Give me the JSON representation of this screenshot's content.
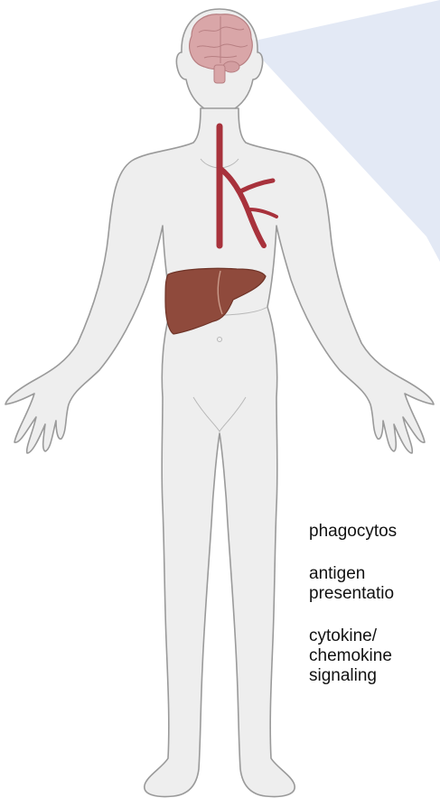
{
  "labels": {
    "phagocytosis": "phagocytos",
    "antigen_presentation": "antigen\npresentatio",
    "cytokine_signaling": "cytokine/\nchemokine\nsignaling"
  },
  "colors": {
    "body_fill": "#eeeeee",
    "body_outline": "#9a9a9a",
    "brain": "#d9a6a8",
    "artery": "#a8323c",
    "liver": "#8f4a3c",
    "zoom_cone": "#e3e9f5"
  },
  "icons": {
    "brain": "brain-icon",
    "artery": "artery-icon",
    "liver": "liver-icon",
    "body": "human-body-icon"
  }
}
